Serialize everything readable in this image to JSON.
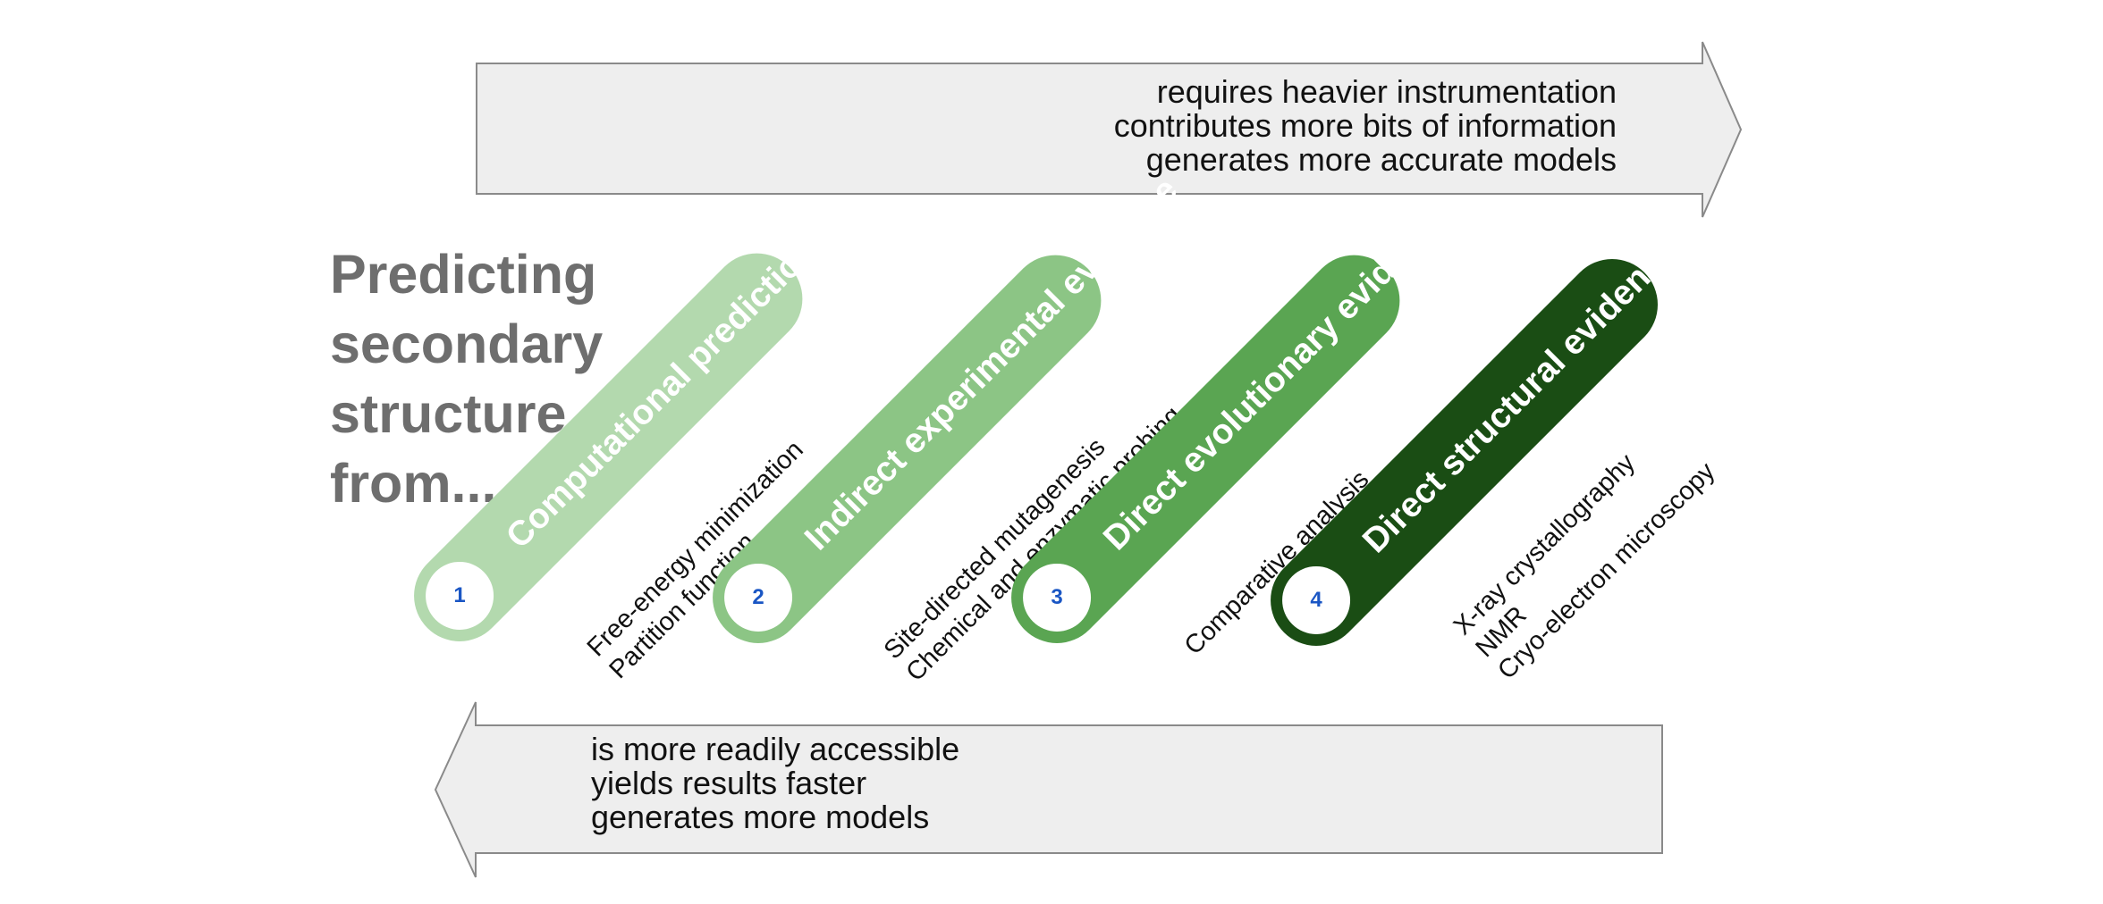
{
  "top_arrow": {
    "lines": [
      "requires heavier instrumentation",
      "contributes more bits of information",
      "generates more accurate models"
    ]
  },
  "bottom_arrow": {
    "lines": [
      "is more readily accessible",
      "yields results faster",
      "generates more models"
    ]
  },
  "heading": {
    "lines": [
      "Predicting",
      "secondary",
      "structure",
      "from..."
    ]
  },
  "categories": [
    {
      "number": "1",
      "title": "Computational prediction",
      "color": "#b3d9ae",
      "methods": [
        "Free-energy minimization",
        "Partition function"
      ]
    },
    {
      "number": "2",
      "title": "Indirect experimental evidence",
      "color": "#8cc585",
      "methods": [
        "Site-directed mutagenesis",
        "Chemical and enzymatic probing"
      ]
    },
    {
      "number": "3",
      "title": "Direct evolutionary evidence",
      "color": "#5aa552",
      "methods": [
        "Comparative analysis"
      ]
    },
    {
      "number": "4",
      "title": "Direct structural evidence",
      "color": "#1a4d14",
      "methods": [
        "X-ray crystallography",
        "NMR",
        "Cryo-electron microscopy"
      ]
    }
  ],
  "colors": {
    "arrow_fill": "#eeeeee",
    "arrow_stroke": "#8a8a8a",
    "heading": "#6e6e6e",
    "number_text": "#1a56c4"
  }
}
